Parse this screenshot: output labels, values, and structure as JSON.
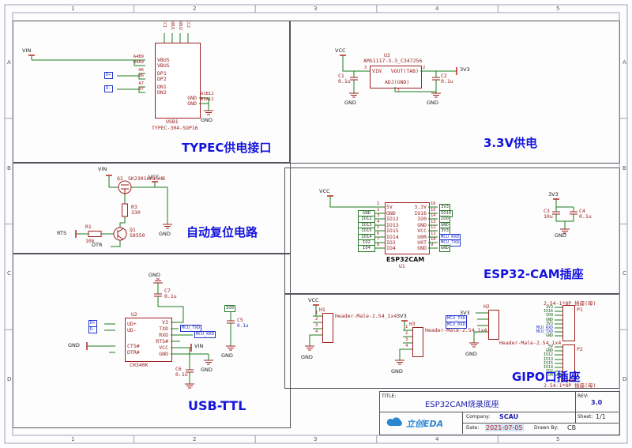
{
  "frame": {
    "cols": [
      "1",
      "2",
      "3",
      "4",
      "5"
    ],
    "rows": [
      "A",
      "B",
      "C",
      "D"
    ]
  },
  "colors": {
    "wire": "#1d7a1d",
    "component_red": "#a02020",
    "net_blue": "#2233cc",
    "net_green": "#2a7a2a",
    "section_title_blue": "#1414dd",
    "accent_red": "#c02020",
    "logo_blue": "#2b87d1"
  },
  "sections": {
    "typec": {
      "title": "TYPEC供电接口",
      "refdes": "USB1",
      "part": "TYPEC-304-SOP16",
      "pins_left": [
        "VBUS",
        "VBUS",
        "DP1",
        "DP2",
        "DN1",
        "DN2"
      ],
      "pin_nums_left": [
        "A4B9",
        "B4A9",
        "A6",
        "B6",
        "A7",
        "B7"
      ],
      "pins_right": [
        "GND",
        "GND"
      ],
      "pin_nums_right": [
        "A1B12",
        "B1A12"
      ],
      "pins_top": [
        "CC1",
        "SBU1",
        "SBU2",
        "CC2"
      ],
      "net_vin": "VIN",
      "net_dp": "D+",
      "net_dn": "D-",
      "net_gnd": "GND"
    },
    "reg33": {
      "title": "3.3V供电",
      "refdes": "U3",
      "part": "AMS1117-3.3_C347256",
      "pin_in": "VIN",
      "pin_out": "VOUT(TAB)",
      "pin_adj": "ADJ(GND)",
      "num_in": "3",
      "num_out": "2",
      "num_adj": "1",
      "c1_ref": "C1",
      "c1_val": "0.1u",
      "c2_ref": "C2",
      "c2_val": "0.1u",
      "net_vcc": "VCC",
      "net_3v3": "3V3",
      "gnd1": "GND",
      "gnd2": "GND"
    },
    "reset": {
      "title": "自动复位电路",
      "q2_ref": "Q2",
      "q2_part": "SK2301AA1SHB",
      "q1_ref": "Q1",
      "q1_part": "S8550",
      "r3_ref": "R3",
      "r3_val": "330",
      "r1_ref": "R1",
      "r1_val": "10k",
      "net_vin": "VIN",
      "net_vcc": "VCC",
      "net_rts": "RTS",
      "net_dtr": "DTR",
      "net_gnd": "GND"
    },
    "esp32": {
      "title": "ESP32-CAM插座",
      "refdes": "U1",
      "part": "ESP32CAM",
      "pins_left": [
        "5V",
        "GND",
        "IO12",
        "IO13",
        "IO15",
        "IO14",
        "IO2",
        "IO4"
      ],
      "nums_left": [
        "1",
        "2",
        "3",
        "4",
        "5",
        "6",
        "7",
        "8"
      ],
      "pins_right": [
        "3.3V",
        "IO16",
        "IO0",
        "GND",
        "VCC",
        "U0R",
        "U0T",
        "GND"
      ],
      "nums_right": [
        "16",
        "15",
        "14",
        "13",
        "12",
        "11",
        "10",
        "9"
      ],
      "left_nets": [
        "GND",
        "IO12",
        "IO13",
        "IO15",
        "IO14",
        "IO2",
        "IO4"
      ],
      "right_nets": [
        "3V3",
        "IO16",
        "IO0",
        "GND",
        "3V3",
        "MCU_RXD",
        "MCU_TXD",
        "GND"
      ],
      "net_vcc": "VCC",
      "net_3v3": "3V3",
      "c3_ref": "C3",
      "c3_val": "10u",
      "c4_ref": "C4",
      "c4_val": "0.1u",
      "net_gnd": "GND"
    },
    "usbttl": {
      "title": "USB-TTL",
      "refdes": "U2",
      "part": "CH340K",
      "pins_left": [
        "UD+",
        "UD-",
        "CTS#",
        "DTR#"
      ],
      "pins_right": [
        "V3",
        "TXD",
        "RXD",
        "RTS#",
        "VCC",
        "GND"
      ],
      "net_dp": "D+",
      "net_dn": "D-",
      "net_mcu_txd": "MCU_TXD",
      "net_mcu_rxd": "MCU_RXD",
      "net_io0": "IO0",
      "net_vin": "VIN",
      "c5_ref": "C5",
      "c5_val": "0.1u",
      "c6_ref": "C6",
      "c6_val": "0.1u",
      "c7_ref": "C7",
      "c7_val": "0.1u",
      "gnd_top": "GND",
      "gnd_left": "GND",
      "gnd_right": "GND",
      "gnd_io0": "GND"
    },
    "gpio": {
      "title": "GIPO口插座",
      "pin_nums": [
        "1",
        "2",
        "3",
        "4"
      ],
      "h1_ref": "H1",
      "h1_part": "Header-Male-2.54_1x4",
      "h3_ref": "H3",
      "h3_part": "Header-Male-2.54_1x4",
      "h2_ref": "H2",
      "h2_part": "Header-Male-2.54_1x4",
      "h2_nets": [
        "3V3",
        "MCU_TXD",
        "MCU_RXD",
        "GND"
      ],
      "p1_ref": "P1",
      "p1_part": "2.54-1*8P 插座(母)",
      "p1_nets": [
        "3V3",
        "IO16",
        "IO0",
        "GND",
        "3V3",
        "MCU_RXD",
        "MCU_TXD",
        "GND"
      ],
      "p2_ref": "P2",
      "p2_part": "2.54-1*8P 插座(母)",
      "p2_nets": [
        "5V",
        "GND",
        "IO12",
        "IO13",
        "IO15",
        "IO14",
        "IO2",
        "IO4"
      ],
      "net_vcc": "VCC",
      "net_3v3": "3V3",
      "gnd1": "GND",
      "gnd2": "GND"
    }
  },
  "titleblock": {
    "title_label": "TITLE:",
    "title": "ESP32CAM烧录底座",
    "rev_label": "REV:",
    "rev": "3.0",
    "company_label": "Company:",
    "company": "SCAU",
    "sheet_label": "Sheet:",
    "sheet": "1/1",
    "date_label": "Date:",
    "date": "2021-07-05",
    "drawn_label": "Drawn By:",
    "drawn": "CB",
    "logo_text": "立创EDA"
  }
}
